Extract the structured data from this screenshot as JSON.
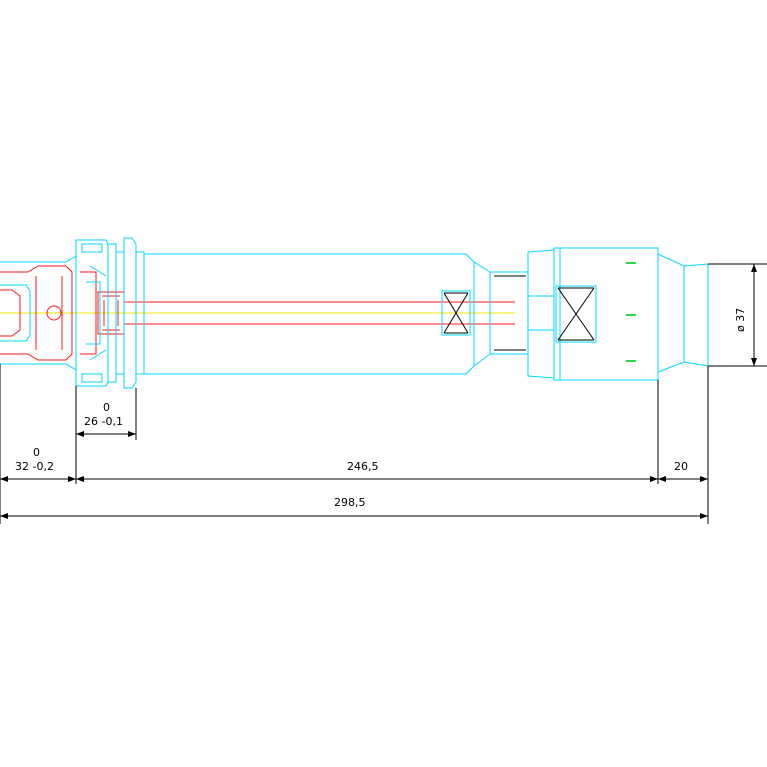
{
  "drawing": {
    "colors": {
      "body_outline": "#00d8ff",
      "collet": "#ff1a1a",
      "centerline": "#f2e600",
      "dimension": "#000000",
      "marker": "#2bd64a"
    },
    "dimensions": {
      "collar_upper": "0",
      "collar_lower": "26 -0,1",
      "shank_upper": "0",
      "shank_lower": "32 -0,2",
      "body_length": "246,5",
      "end_length": "20",
      "overall_length": "298,5",
      "diameter": "ø 37"
    }
  }
}
